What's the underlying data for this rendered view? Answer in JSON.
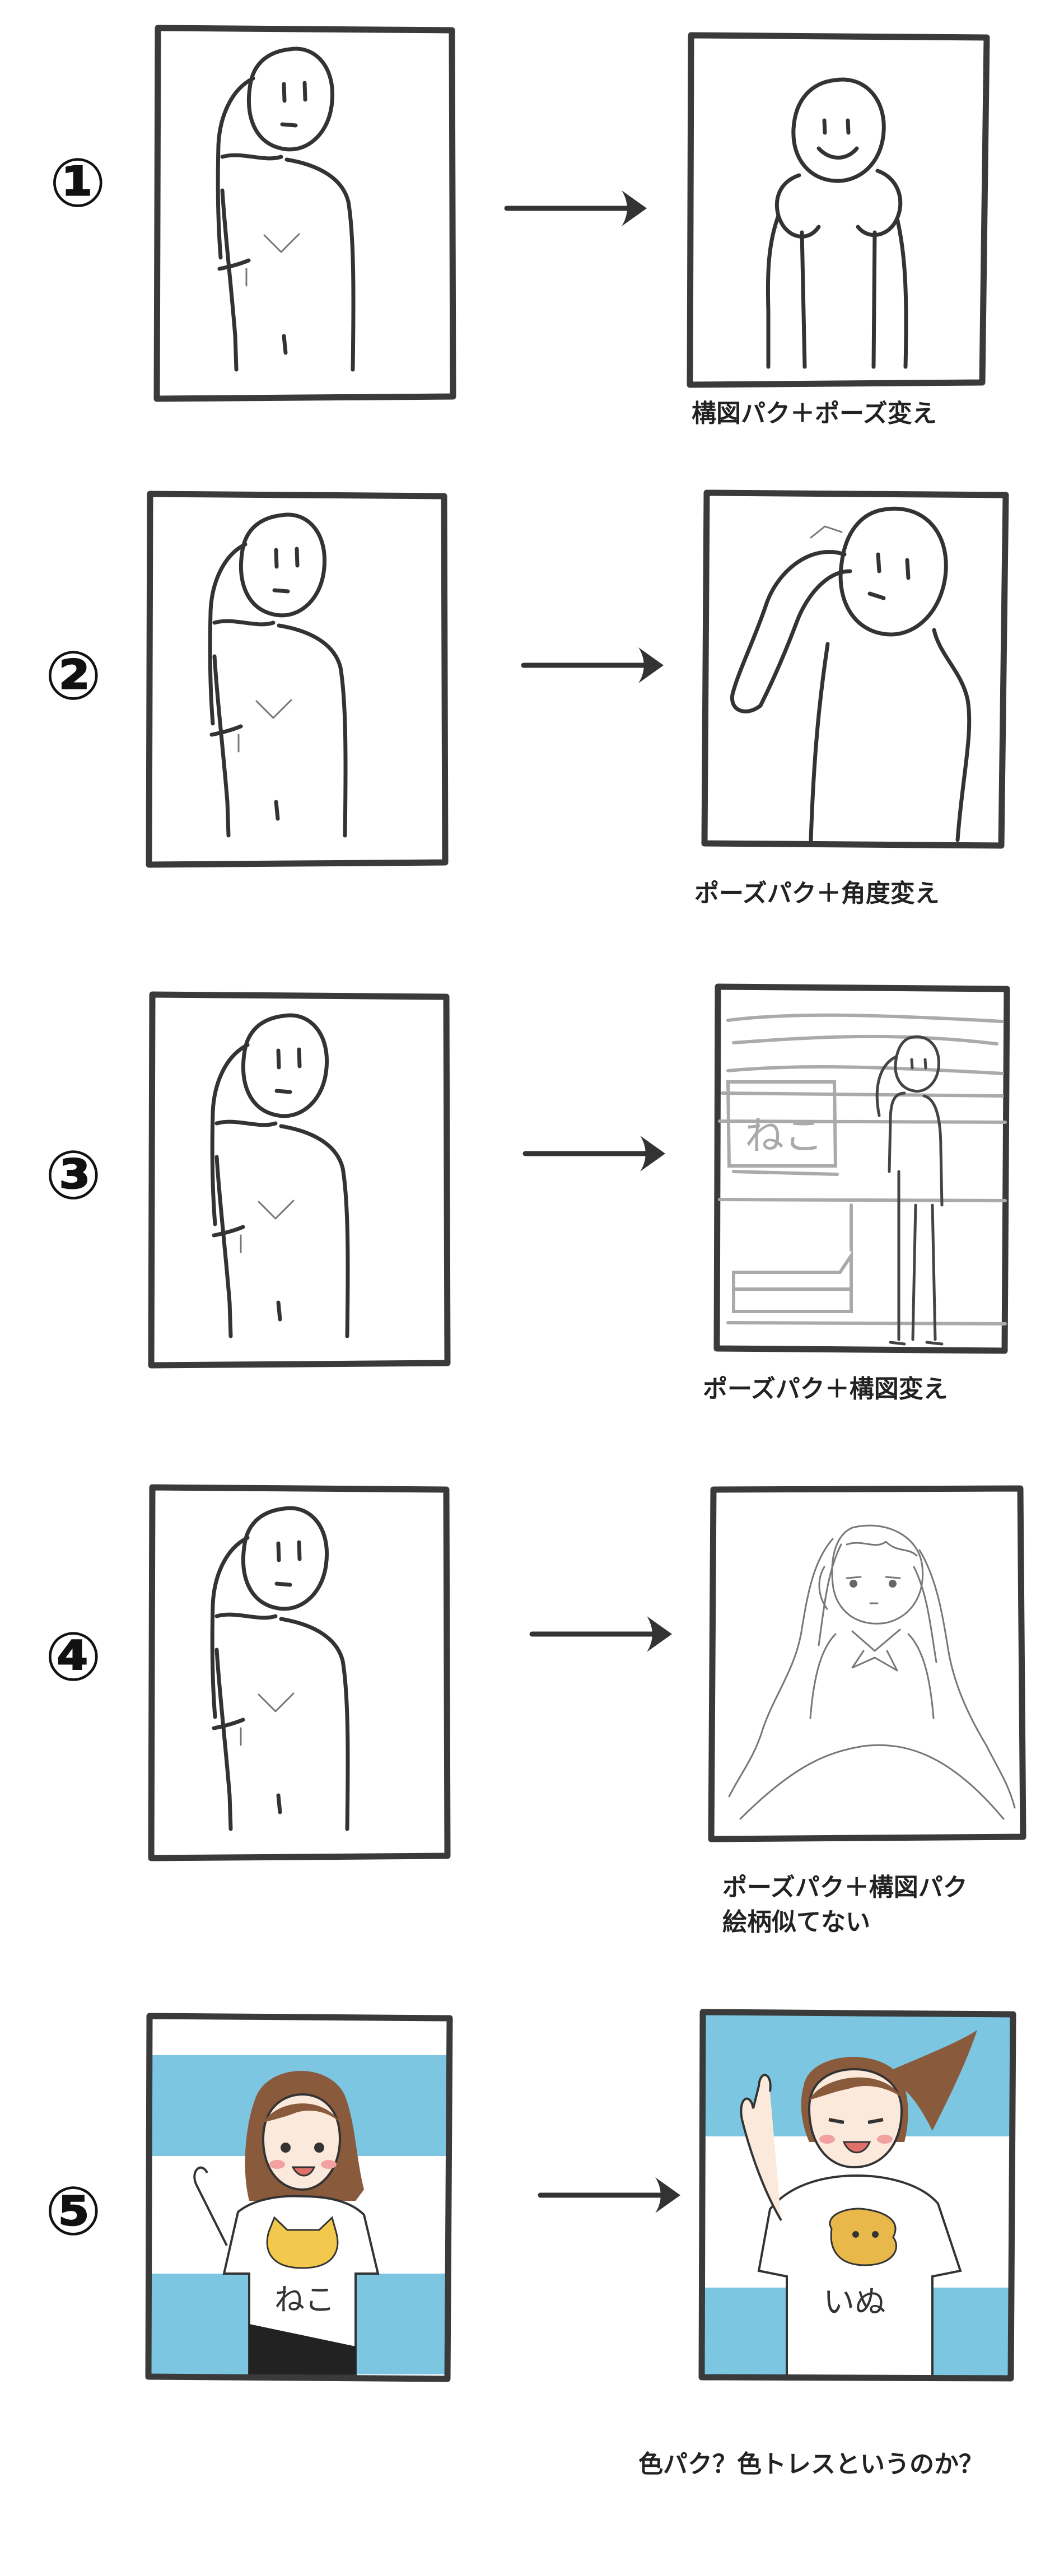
{
  "rows": [
    {
      "number": "①",
      "caption": [
        "構図パク＋ポーズ変え"
      ]
    },
    {
      "number": "②",
      "caption": [
        "ポーズパク＋角度変え"
      ]
    },
    {
      "number": "③",
      "caption": [
        "ポーズパク＋構図変え"
      ]
    },
    {
      "number": "④",
      "caption": [
        "ポーズパク＋構図パク",
        "絵柄似てない"
      ]
    },
    {
      "number": "⑤",
      "caption": [
        "色パク？色トレスというのか？"
      ]
    }
  ],
  "sketch_texts": {
    "sign_neko": "ねこ",
    "shirt_neko": "ねこ",
    "shirt_inu": "いぬ"
  },
  "colors": {
    "sky_blue": "#7cc6e2",
    "hair_brown": "#8a5a3c",
    "cat_yellow": "#f2c94c",
    "dog_yellow": "#e8b84a",
    "line_dark": "#333333"
  }
}
